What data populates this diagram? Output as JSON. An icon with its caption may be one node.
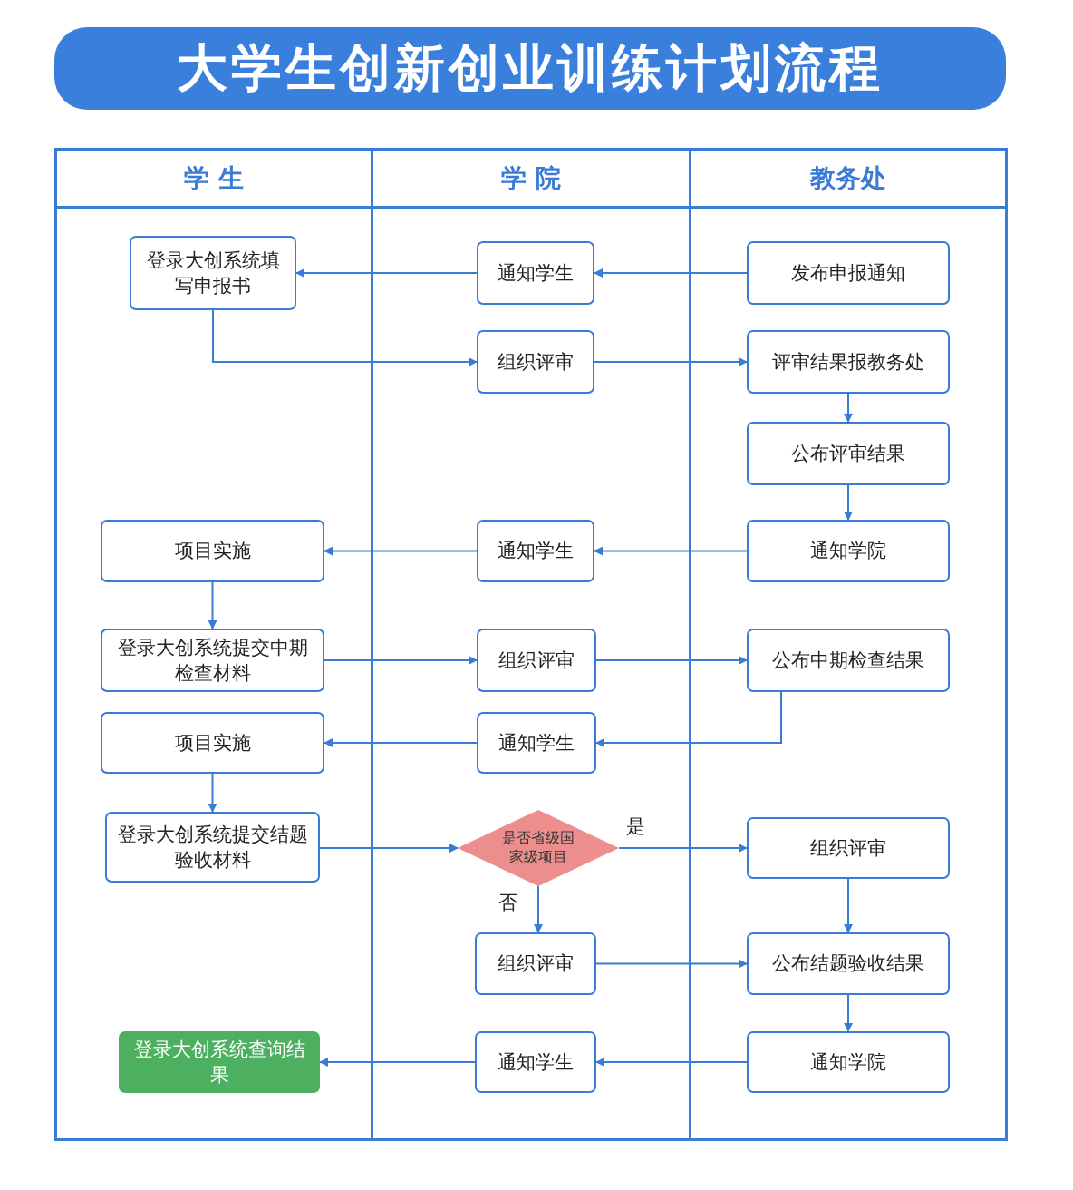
{
  "diagram": {
    "title": "大学生创新创业训练计划流程",
    "nodes": [
      {
        "text": [
          "学 生"
        ]
      },
      {
        "text": [
          "学 院"
        ]
      },
      {
        "text": [
          "教务处"
        ]
      },
      {
        "text": [
          "登录大创系统填写申报书"
        ],
        "in": 0
      },
      {
        "text": [
          "通知学生"
        ],
        "in": 1
      },
      {
        "text": [
          "发布申报通知"
        ],
        "in": 2
      },
      {
        "text": [
          "组织评审"
        ],
        "in": 1
      },
      {
        "text": [
          "评审结果报教务处"
        ],
        "in": 2
      },
      {
        "text": [
          "公布评审结果"
        ],
        "in": 2
      },
      {
        "text": [
          "项目实施"
        ],
        "in": 0
      },
      {
        "text": [
          "通知学生"
        ],
        "in": 1
      },
      {
        "text": [
          "通知学院"
        ],
        "in": 2
      },
      {
        "text": [
          "登录大创系统提交中期检查材料"
        ],
        "in": 0
      },
      {
        "text": [
          "组织评审"
        ],
        "in": 1
      },
      {
        "text": [
          "公布中期检查结果"
        ],
        "in": 2
      },
      {
        "text": [
          "项目实施"
        ],
        "in": 0
      },
      {
        "text": [
          "通知学生"
        ],
        "in": 1
      },
      {
        "text": [
          "登录大创系统提交结题验收材料"
        ],
        "in": 0
      },
      {
        "text": [
          "是否省级国家级项目"
        ],
        "in": 1
      },
      {
        "text": [
          "组织评审"
        ],
        "in": 2
      },
      {
        "text": [
          "组织评审"
        ],
        "in": 1
      },
      {
        "text": [
          "公布结题验收结果"
        ],
        "in": 2
      },
      {
        "text": [
          "登录大创系统查询结果"
        ],
        "in": 0
      },
      {
        "text": [
          "通知学生"
        ],
        "in": 1
      },
      {
        "text": [
          "通知学院"
        ],
        "in": 2
      }
    ],
    "edges": [
      {
        "from": 5,
        "to": 4,
        "arrow": "to"
      },
      {
        "from": 4,
        "to": 3,
        "arrow": "to"
      },
      {
        "from": 3,
        "to": 6,
        "arrow": "to"
      },
      {
        "from": 6,
        "to": 7,
        "arrow": "to"
      },
      {
        "from": 7,
        "to": 8,
        "arrow": "to"
      },
      {
        "from": 8,
        "to": 11,
        "arrow": "to"
      },
      {
        "from": 11,
        "to": 10,
        "arrow": "to"
      },
      {
        "from": 10,
        "to": 9,
        "arrow": "to"
      },
      {
        "from": 9,
        "to": 12,
        "arrow": "to"
      },
      {
        "from": 12,
        "to": 13,
        "arrow": "to"
      },
      {
        "from": 13,
        "to": 14,
        "arrow": "to"
      },
      {
        "from": 14,
        "to": 16,
        "arrow": "to"
      },
      {
        "from": 16,
        "to": 15,
        "arrow": "to"
      },
      {
        "from": 15,
        "to": 17,
        "arrow": "to"
      },
      {
        "from": 17,
        "to": 18,
        "arrow": "to"
      },
      {
        "from": 18,
        "to": 19,
        "arrow": "to",
        "label": "是"
      },
      {
        "from": 18,
        "to": 20,
        "arrow": "to",
        "label": "否"
      },
      {
        "from": 20,
        "to": 21,
        "arrow": "to"
      },
      {
        "from": 19,
        "to": 21,
        "arrow": "to"
      },
      {
        "from": 21,
        "to": 24,
        "arrow": "to"
      },
      {
        "from": 24,
        "to": 23,
        "arrow": "to"
      },
      {
        "from": 23,
        "to": 22,
        "arrow": "to"
      }
    ]
  }
}
